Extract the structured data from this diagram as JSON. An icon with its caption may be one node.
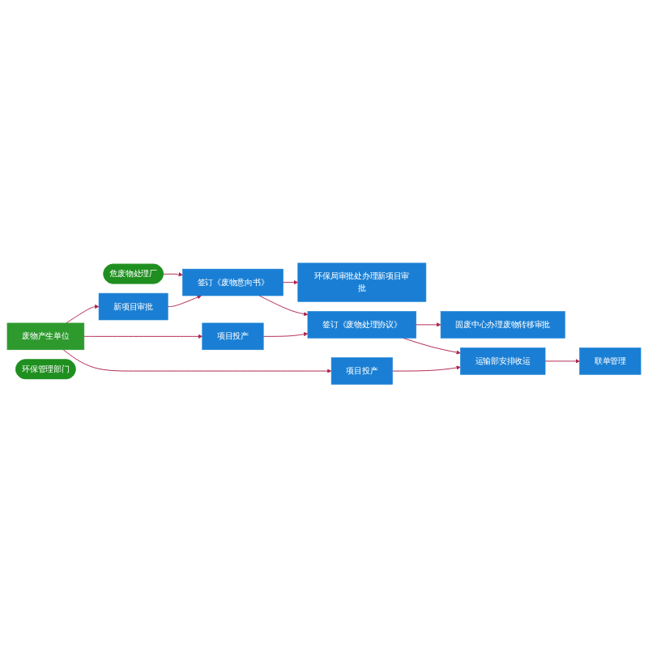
{
  "diagram": {
    "nodes": [
      {
        "text": [
          "废物产生单位"
        ]
      },
      {
        "text": [
          "危废物处理厂"
        ]
      },
      {
        "text": [
          "环保管理部门"
        ]
      },
      {
        "text": [
          "新项目审批"
        ]
      },
      {
        "text": [
          "签订《废物意向书》"
        ]
      },
      {
        "text": [
          "环保局审批处办理新项目审批"
        ]
      },
      {
        "text": [
          "项目投产"
        ]
      },
      {
        "text": [
          "签订《废物处理协议》"
        ]
      },
      {
        "text": [
          "固废中心办理废物转移审批"
        ]
      },
      {
        "text": [
          "项目投产"
        ]
      },
      {
        "text": [
          "运输部安排收运"
        ]
      },
      {
        "text": [
          "联单管理"
        ]
      }
    ],
    "edges": [
      {
        "from": 0,
        "to": 3,
        "arrow": "to"
      },
      {
        "from": 0,
        "to": 6,
        "arrow": "to"
      },
      {
        "from": 0,
        "to": 9,
        "arrow": "to"
      },
      {
        "from": 1,
        "to": 4,
        "arrow": "to"
      },
      {
        "from": 3,
        "to": 4,
        "arrow": "to"
      },
      {
        "from": 4,
        "to": 5,
        "arrow": "to"
      },
      {
        "from": 4,
        "to": 7,
        "arrow": "to"
      },
      {
        "from": 6,
        "to": 7,
        "arrow": "to"
      },
      {
        "from": 7,
        "to": 8,
        "arrow": "to"
      },
      {
        "from": 7,
        "to": 10,
        "arrow": "to"
      },
      {
        "from": 9,
        "to": 10,
        "arrow": "to"
      },
      {
        "from": 10,
        "to": 11,
        "arrow": "to"
      }
    ]
  }
}
